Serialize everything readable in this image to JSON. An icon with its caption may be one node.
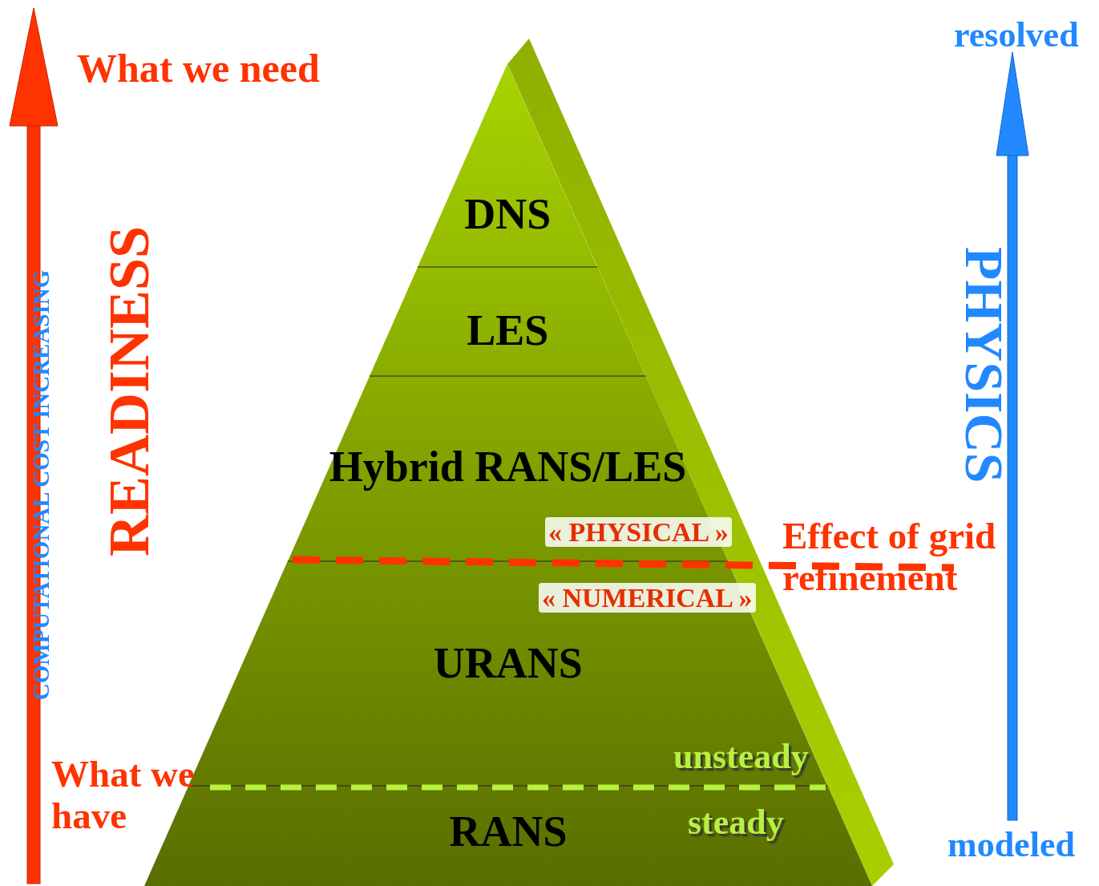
{
  "diagram": {
    "nodes": [
      {
        "text": [
          "DNS"
        ]
      },
      {
        "text": [
          "LES"
        ]
      },
      {
        "text": [
          "Hybrid RANS/LES"
        ]
      },
      {
        "text": [
          "URANS"
        ]
      },
      {
        "text": [
          "RANS"
        ]
      }
    ],
    "labels": [
      "What we need",
      "resolved",
      "COMPUTATIONAL COST INCREASING",
      "READINESS",
      "PHYSICS",
      "« PHYSICAL »",
      "Effect of grid refinement",
      "« NUMERICAL »",
      "unsteady",
      "What we have",
      "steady",
      "modeled"
    ]
  }
}
